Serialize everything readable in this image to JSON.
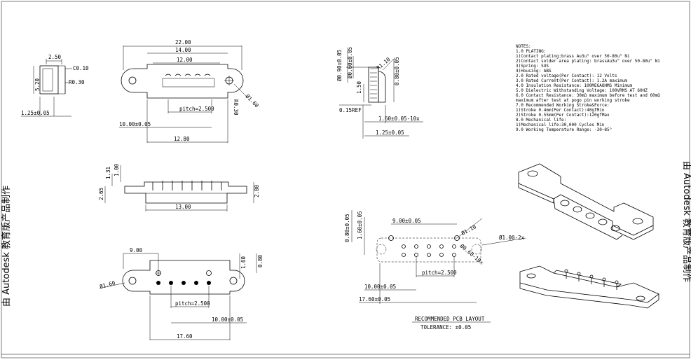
{
  "top_view": {
    "d_22": "22.00",
    "d_14": "14.00",
    "d_12": "12.00",
    "pitch": "pitch=2.500",
    "d_10": "10.00±0.05",
    "d_12_8": "12.80",
    "hole_dia": "Ø1.60",
    "d_r": "R0.30"
  },
  "side_view": {
    "d_2_5": "2.50",
    "d_c": "C0.10",
    "d_r": "R0.30",
    "d_5_2": "5.20",
    "d_1_25": "1.25±0.05"
  },
  "front_view": {
    "d_1_31": "1.31",
    "d_1_00": "1.00",
    "d_2_65": "2.65",
    "d_2_80": "2.80",
    "d_13": "13.00"
  },
  "bottom_view": {
    "d_9": "9.00",
    "hole_dia": "Ø1.60",
    "pitch": "pitch=2.500",
    "d_10": "10.00±0.05",
    "d_17_6": "17.60",
    "d_0_8": "0.80",
    "d_1_6": "1.60"
  },
  "detail_view": {
    "d_090": "Ø0.90±0.05",
    "d_060": "Ø0.60±0.05",
    "d_r1": "R1.10",
    "d_080": "0.80±0.05",
    "d_150": "1.50",
    "d_015": "0.15REF",
    "d_160": "1.60±0.05-10x",
    "d_125": "1.25±0.05"
  },
  "pcb_layout": {
    "d_080": "0.80±0.05",
    "d_160": "1.60±0.05",
    "d_9": "9.00±0.05",
    "hole_a": "Ø1.10",
    "hole_b": "Ø1.00-2x",
    "hole_c": "Ø0.60-10x",
    "pitch": "pitch=2.500",
    "d_10": "10.00±0.05",
    "d_17_6": "17.60±0.05",
    "title": "RECOMMENDED PCB LAYOUT",
    "tolerance": "TOLERANCE:   ±0.05"
  },
  "notes": {
    "header": "NOTES:",
    "lines": [
      "1.0 PLATING:",
      "     1)Contact plating:brass Au3u\" over 50-80u\" Ni",
      "     2)Contact solder area plating: brassAu3u\" over 50-80u\" Ni",
      "     3)Spring: SUS",
      "     4)Housing: ABS",
      "2.0 Rated voltage(Per Contact): 12 Volts",
      "3.0 Rated Current(Per Contact): 1.2A maximum",
      "4.0 Insulation Resistance: 100MEGAOHMS Minimum",
      "5.0 Dielectric Withstanding Voltage: 100VRMS AT 60HZ",
      "6.0 Contact Resistance: 30mΩ maximum before test and 60mΩ",
      "     maximum after test at pogo pin working stroke",
      "7.0 Recommended Working Stroke&Force:",
      "     1)Stroke 0.4mm(Per Contact):40gfMin",
      "     2)Stroke 0.55mm(Per Contact):120gfMax",
      "8.0 Mechanical life:",
      "     1)Mechanical life:30,000 Cycles Min",
      "9.0 Working Temperature Range: -30~85°"
    ]
  },
  "watermark": {
    "left": "由 Autodesk 教育版产品制作",
    "right": "由 Autodesk 教育版产品制作"
  }
}
